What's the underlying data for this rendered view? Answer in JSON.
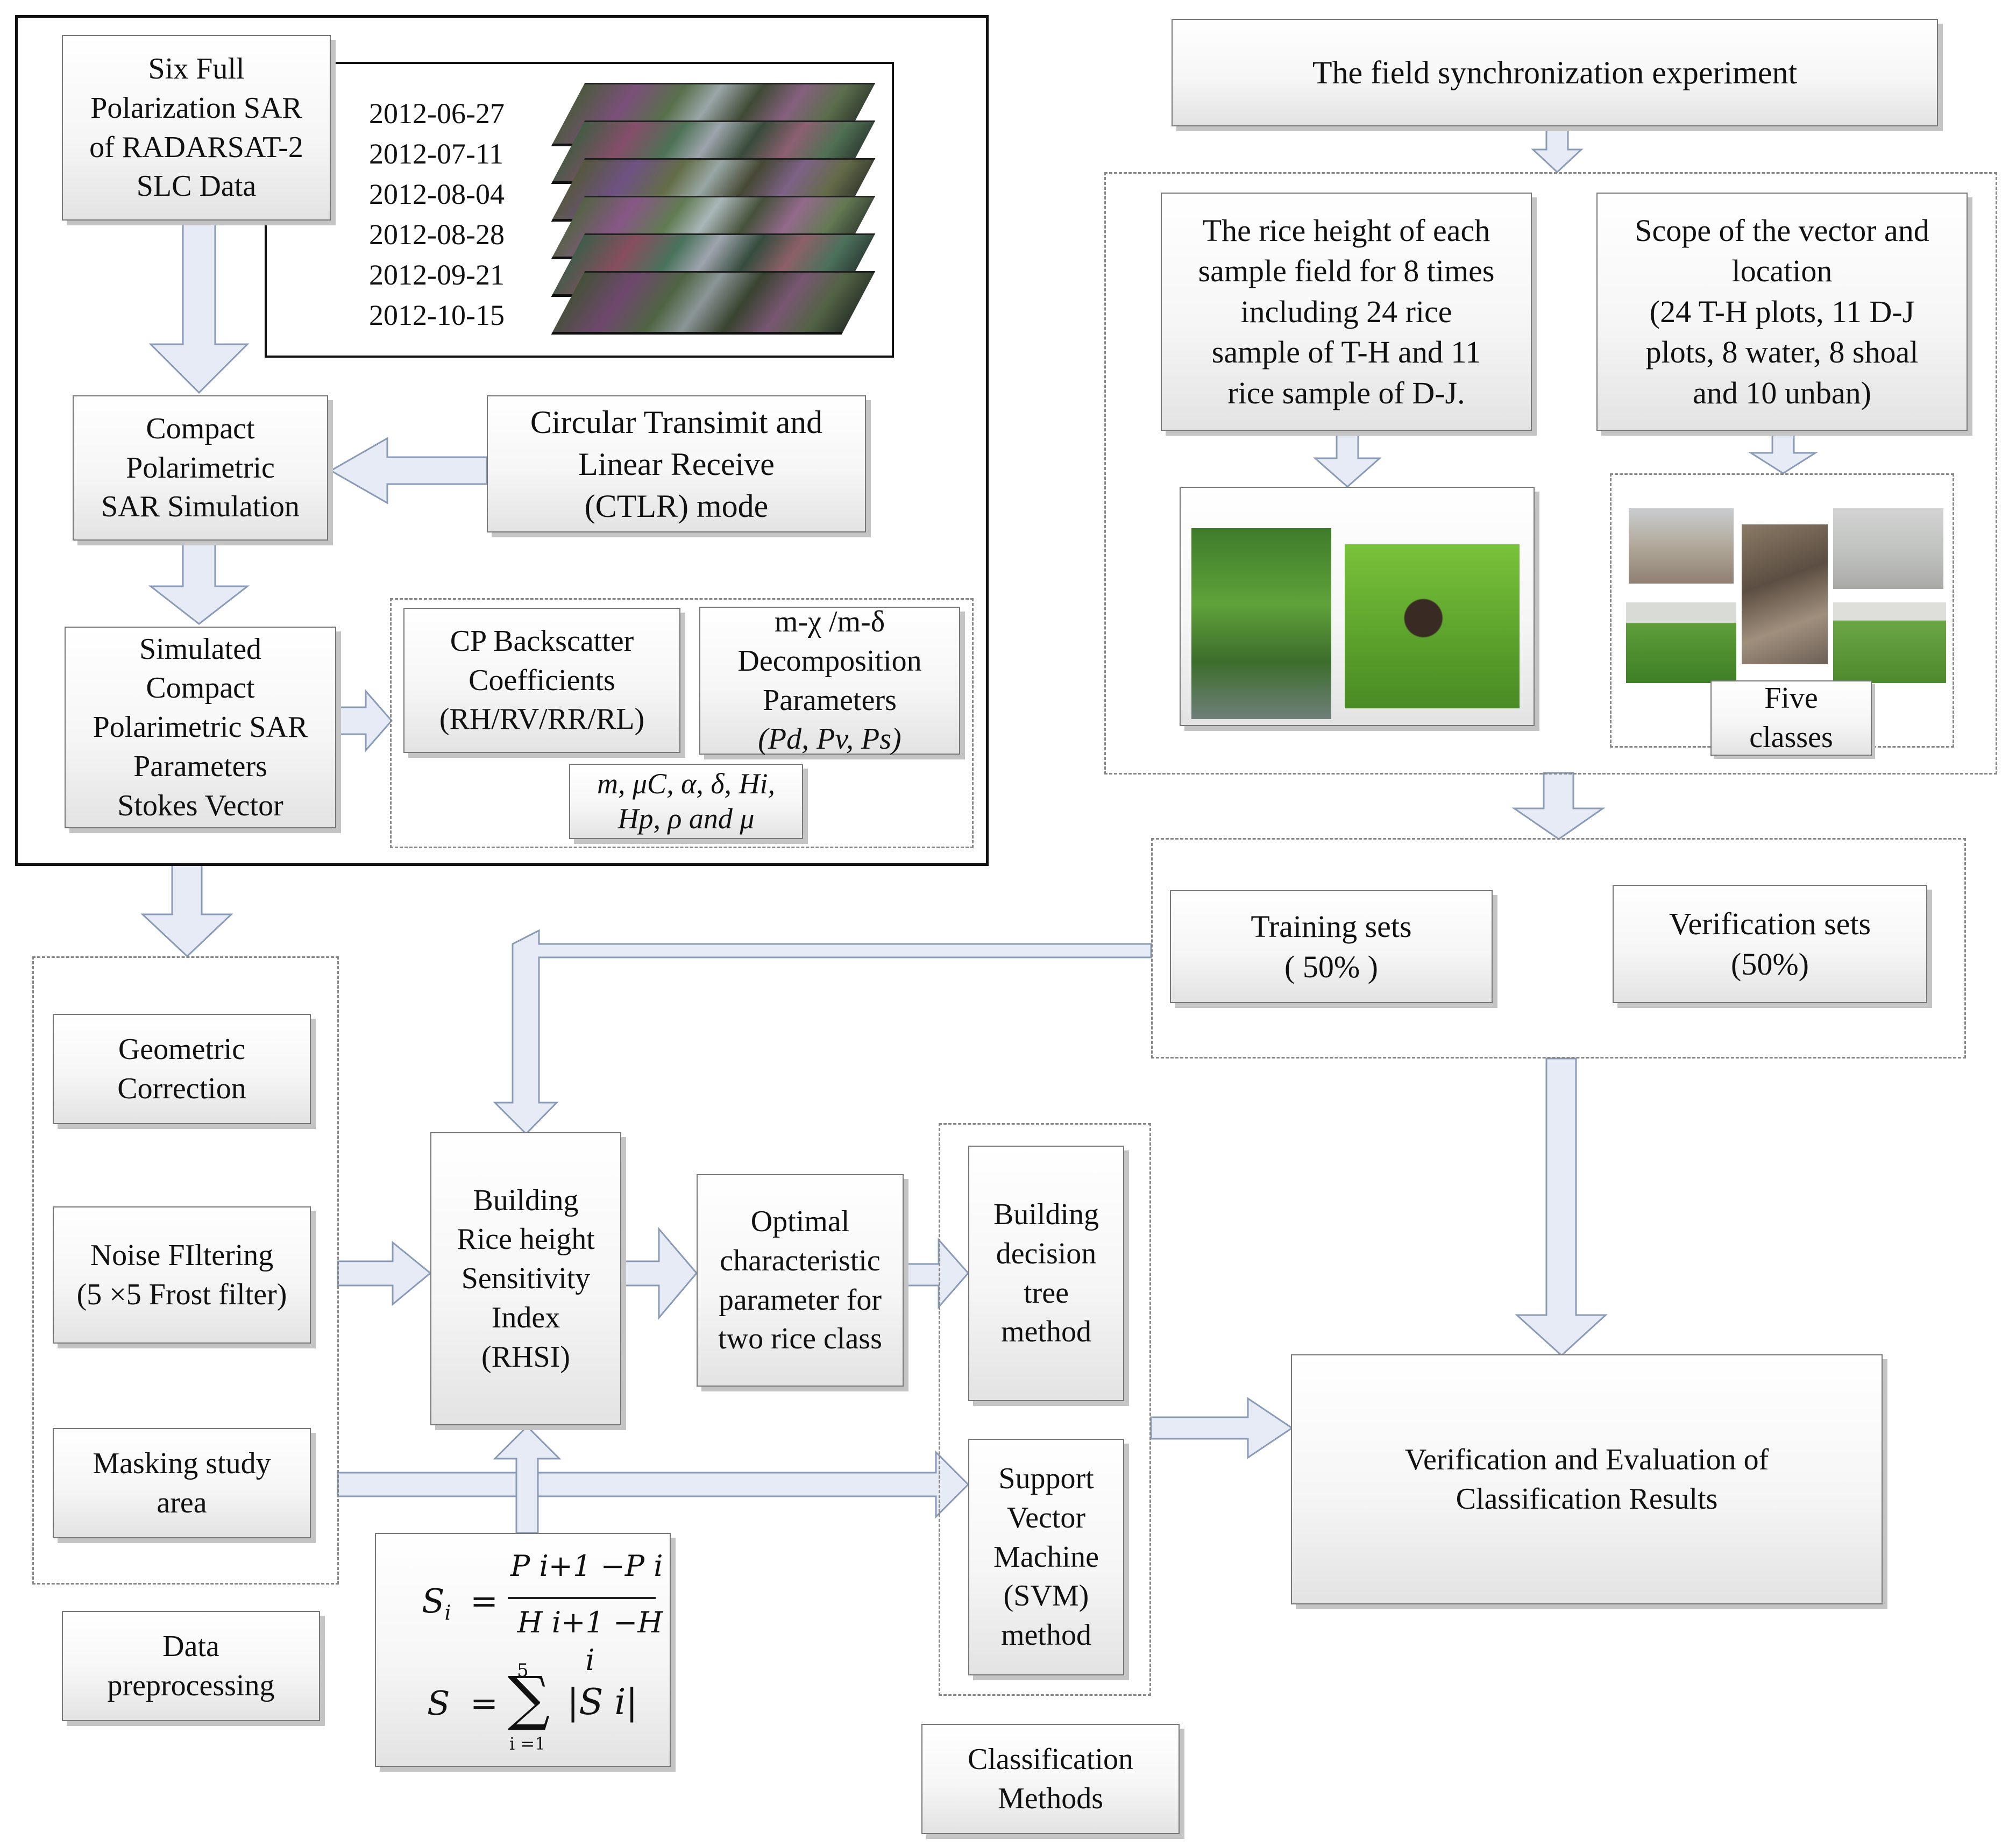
{
  "sar_block": {
    "data_box": [
      "Six   Full",
      "Polarization SAR",
      "of RADARSAT-2",
      "SLC Data"
    ],
    "dates": [
      "2012-06-27",
      "2012-07-11",
      "2012-08-04",
      "2012-08-28",
      "2012-09-21",
      "2012-10-15"
    ],
    "compact_sim": [
      "Compact",
      "Polarimetric",
      "SAR Simulation"
    ],
    "ctlr_mode": [
      "Circular Transimit and",
      "Linear Receive",
      "(CTLR) mode"
    ],
    "simulated_params": [
      "Simulated",
      "Compact",
      "Polarimetric SAR",
      "Parameters",
      "Stokes Vector"
    ],
    "cp_backscatter": [
      "CP Backscatter",
      "Coefficients",
      "(RH/RV/RR/RL)"
    ],
    "decomposition": [
      "m-χ /m-δ",
      "Decomposition",
      "Parameters",
      "(Pd, Pv, Ps)"
    ],
    "param_list": [
      "m, μC, α, δ, Hi,",
      "Hp, ρ and μ"
    ]
  },
  "field_block": {
    "experiment": "The field synchronization experiment",
    "rice_height": [
      "The rice height of each",
      "sample field for 8 times",
      "including 24 rice",
      "sample of T-H and 11",
      "rice sample of D-J."
    ],
    "vector_scope": [
      "Scope of the vector and",
      "location",
      "(24 T-H plots, 11 D-J",
      "plots, 8 water, 8 shoal",
      "and 10 unban)"
    ],
    "five_classes": [
      "Five",
      "classes"
    ],
    "training_sets": [
      "Training sets",
      "( 50% )"
    ],
    "verification_sets": [
      "Verification sets",
      "(50%)"
    ]
  },
  "preprocessing": {
    "geometric": [
      "Geometric",
      "Correction"
    ],
    "noise": [
      "Noise FIltering",
      "(5 ×5 Frost filter)"
    ],
    "masking": [
      "Masking study",
      "area"
    ],
    "label": [
      "Data",
      "preprocessing"
    ]
  },
  "analysis": {
    "rhsi": [
      "Building",
      "Rice height",
      "Sensitivity",
      "Index",
      "(RHSI)"
    ],
    "optimal": [
      "Optimal",
      "characteristic",
      "parameter for",
      "two rice class"
    ],
    "formula_si": {
      "lhs": "S",
      "sub": "i",
      "num": "P i+1 −P i",
      "den": "H i+1 −H i"
    },
    "formula_s": {
      "lhs": "S",
      "sum_top": "5",
      "sum_bottom": "i =1",
      "term": "|S i|"
    }
  },
  "classification": {
    "decision_tree": [
      "Building",
      "decision",
      "tree",
      "method"
    ],
    "svm": [
      "Support",
      "Vector",
      "Machine",
      "(SVM)",
      "method"
    ],
    "label": [
      "Classification",
      "Methods"
    ],
    "verification": [
      "Verification and Evaluation of",
      "Classification Results"
    ]
  },
  "colors": {
    "arrow_fill": "#e6ebf5",
    "arrow_stroke": "#8a9bb8",
    "box_border": "#777777"
  }
}
